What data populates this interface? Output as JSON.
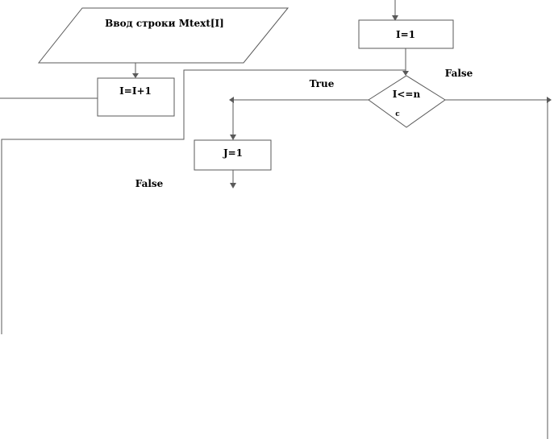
{
  "nodes": {
    "input_io": "Ввод строки Mtext[I]",
    "increment": "I=I+1",
    "init_i": "I=1",
    "condition_line1": "I<=n",
    "condition_line2": "c",
    "init_j": "J=1"
  },
  "labels": {
    "true_branch": "True",
    "false_branch_right": "False",
    "false_branch_left": "False"
  }
}
